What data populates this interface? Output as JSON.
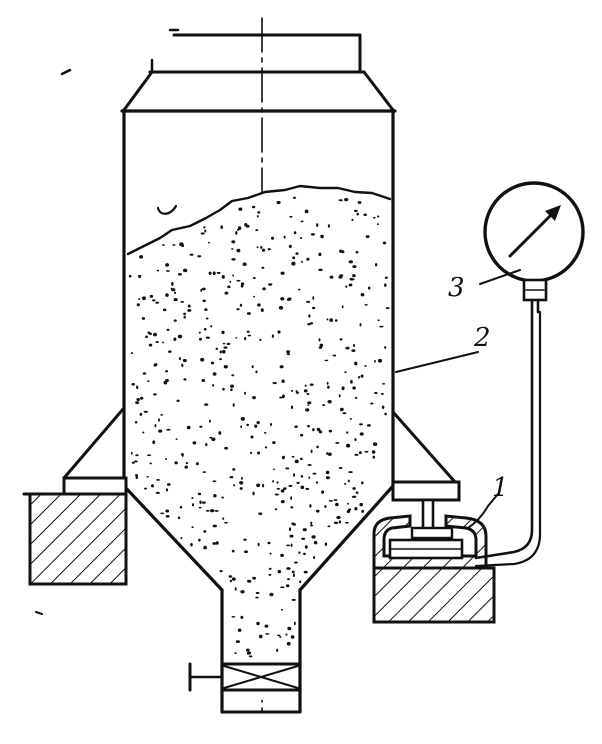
{
  "labels": {
    "sensor": "1",
    "hopper": "2",
    "gauge": "3"
  },
  "colors": {
    "ink": "#111111",
    "paper": "#ffffff"
  }
}
